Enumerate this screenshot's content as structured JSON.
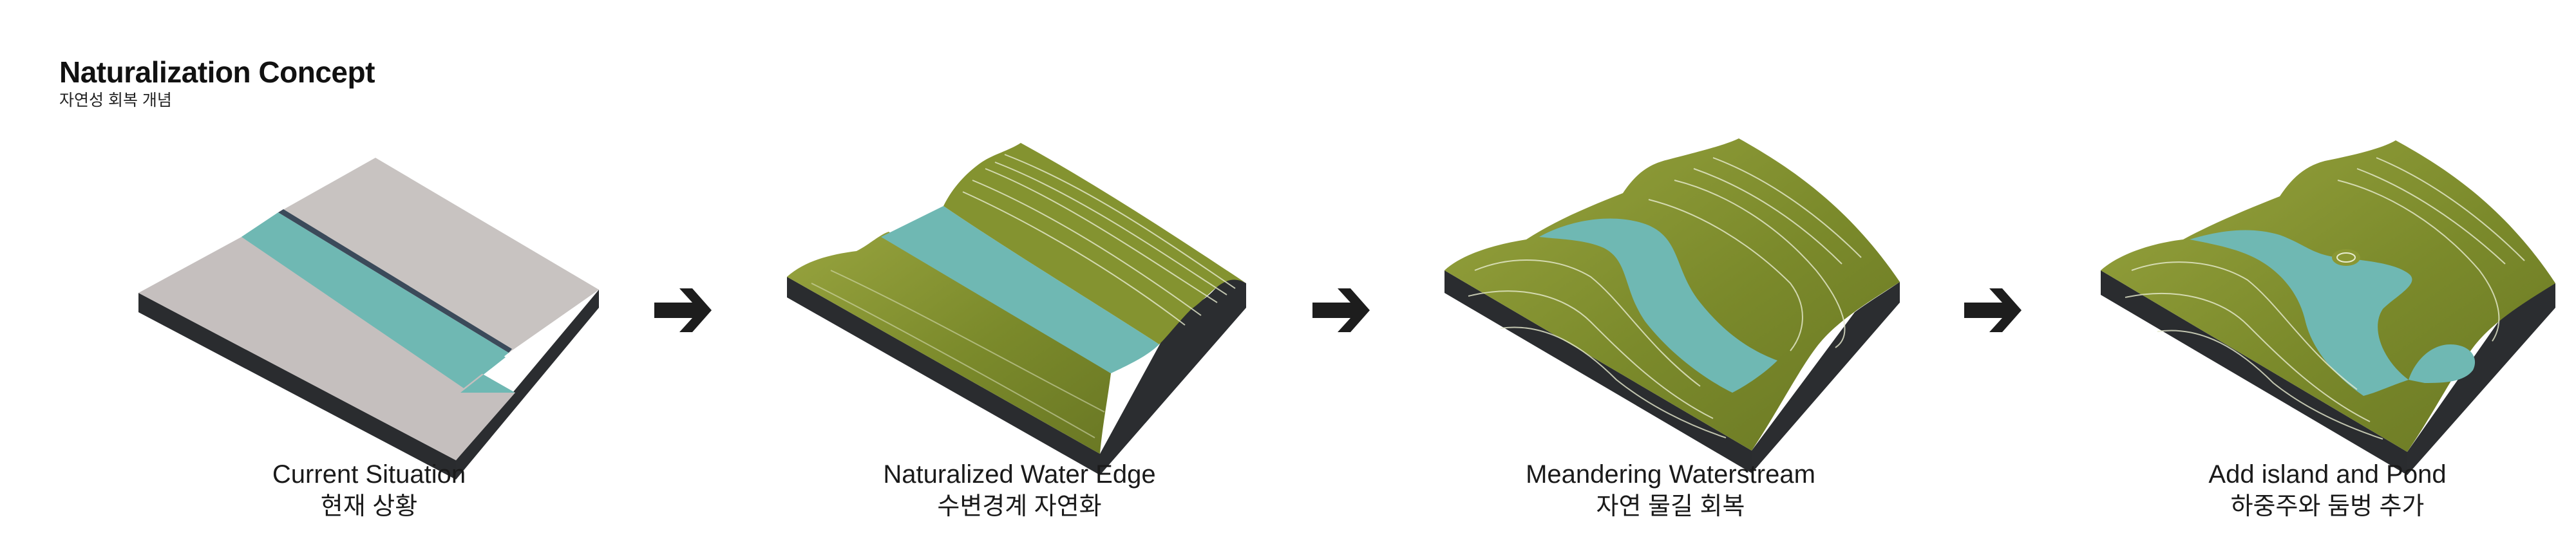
{
  "header": {
    "title": "Naturalization Concept",
    "subtitle": "자연성 회복 개념"
  },
  "stages": [
    {
      "label_en": "Current Situation",
      "label_ko": "현재 상황",
      "surface": "paved"
    },
    {
      "label_en": "Naturalized Water Edge",
      "label_ko": "수변경계 자연화",
      "surface": "grass"
    },
    {
      "label_en": "Meandering Waterstream",
      "label_ko": "자연 물길 회복",
      "surface": "grass"
    },
    {
      "label_en": "Add island and Pond",
      "label_ko": "하중주와 둠벙 추가",
      "surface": "grass"
    }
  ],
  "arrow_icon": "right-arrow-icon",
  "colors": {
    "paved": "#c5bfbe",
    "paved_side": "#27292c",
    "water": "#6fb8b3",
    "grass": "#7d8a2c",
    "grass_light": "#97a33d",
    "block_side": "#2a2c2f",
    "arrow": "#1d1d1d",
    "contour": "#e8ecd0"
  }
}
